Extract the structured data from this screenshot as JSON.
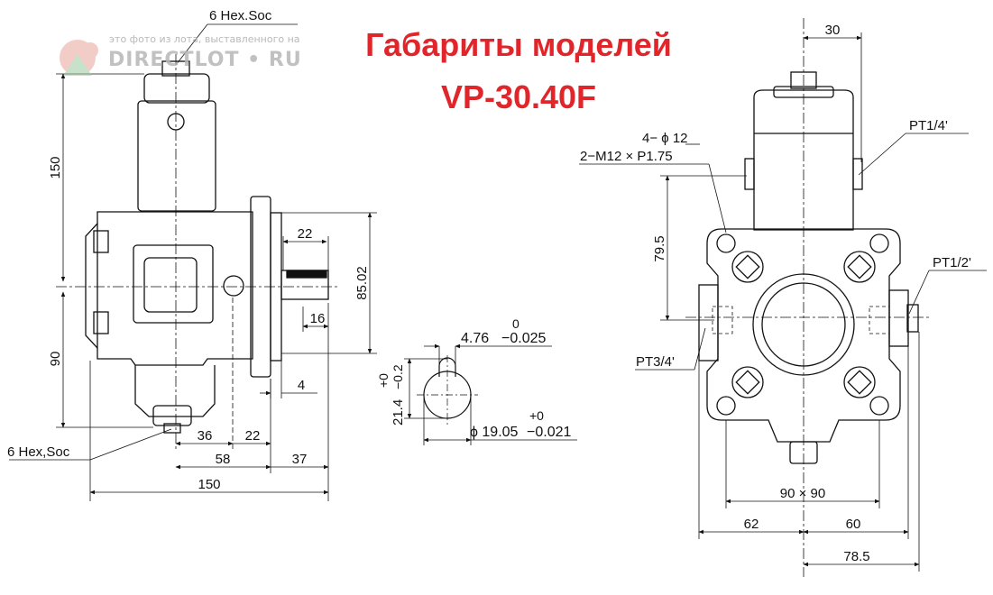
{
  "title": {
    "line1": "Габариты моделей",
    "line2": "VP-30.40F"
  },
  "watermark": {
    "caption": "это фото из лота, выставленного на",
    "brand": "DIRECTLOT • RU"
  },
  "colors": {
    "title": "#e0262b",
    "line": "#111111",
    "watermark": "#b7b7b7"
  },
  "side_view": {
    "hex_top": "6 Hex.Soc",
    "hex_bottom": "6 Hex,Soc",
    "dim_150_vertical": "150",
    "dim_90_vertical": "90",
    "dim_22_top": "22",
    "dim_16": "16",
    "dim_85": "85.02",
    "dim_4": "4",
    "dim_36": "36",
    "dim_22_bottom": "22",
    "dim_58": "58",
    "dim_37": "37",
    "dim_150_horizontal": "150"
  },
  "shaft_detail": {
    "key_width": "4.76",
    "key_tol_upper": "0",
    "key_tol_lower": "−0.025",
    "height": "21.4",
    "height_tol_upper": "+0",
    "height_tol_lower": "−0.2",
    "diameter": "ϕ 19.05",
    "diameter_tol_upper": "+0",
    "diameter_tol_lower": "−0.021"
  },
  "front_view": {
    "dim_30": "30",
    "holes": "4− ϕ 12",
    "thread": "2−M12 × P1.75",
    "dim_79_5": "79.5",
    "port_pt14": "PT1/4'",
    "port_pt12": "PT1/2'",
    "port_pt34": "PT3/4'",
    "dim_90x90": "90 × 90",
    "dim_62": "62",
    "dim_60": "60",
    "dim_78_5": "78.5"
  }
}
